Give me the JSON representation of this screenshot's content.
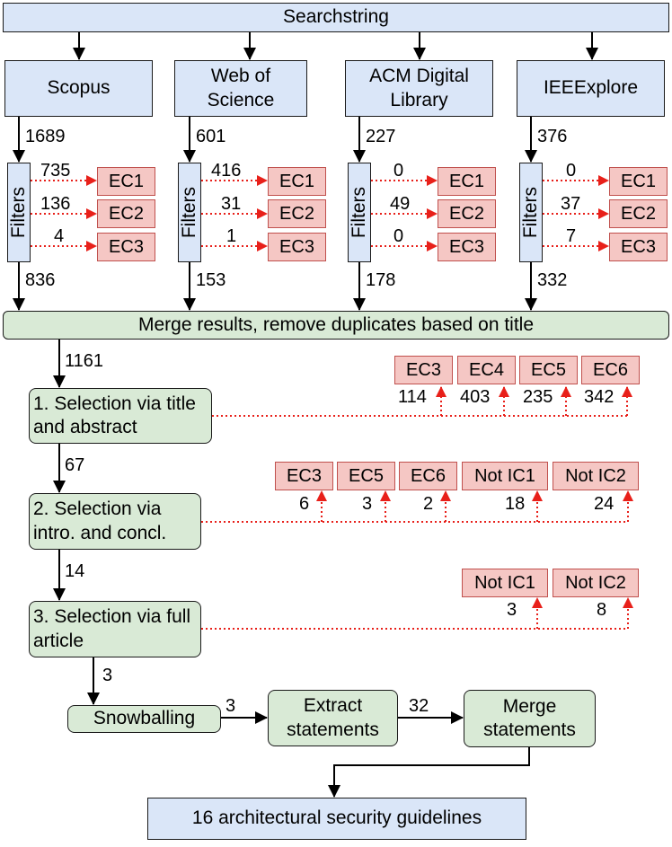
{
  "search_string": "Searchstring",
  "databases": [
    {
      "name": "Scopus",
      "found": "1689",
      "ec1": "735",
      "ec2": "136",
      "ec3": "4",
      "remaining": "836"
    },
    {
      "name": "Web of Science",
      "found": "601",
      "ec1": "416",
      "ec2": "31",
      "ec3": "1",
      "remaining": "153"
    },
    {
      "name": "ACM Digital Library",
      "found": "227",
      "ec1": "0",
      "ec2": "49",
      "ec3": "0",
      "remaining": "178"
    },
    {
      "name": "IEEExplore",
      "found": "376",
      "ec1": "0",
      "ec2": "37",
      "ec3": "7",
      "remaining": "332"
    }
  ],
  "filters_label": "Filters",
  "exclusion_labels": {
    "ec1": "EC1",
    "ec2": "EC2",
    "ec3": "EC3",
    "ec4": "EC4",
    "ec5": "EC5",
    "ec6": "EC6",
    "not_ic1": "Not IC1",
    "not_ic2": "Not IC2"
  },
  "merge": {
    "label": "Merge results, remove duplicates based on title",
    "count": "1161"
  },
  "step1": {
    "label": "1. Selection via title and abstract",
    "count": "67",
    "exclusions": [
      {
        "label": "EC3",
        "count": "114"
      },
      {
        "label": "EC4",
        "count": "403"
      },
      {
        "label": "EC5",
        "count": "235"
      },
      {
        "label": "EC6",
        "count": "342"
      }
    ]
  },
  "step2": {
    "label": "2. Selection via intro. and concl.",
    "count": "14",
    "exclusions": [
      {
        "label": "EC3",
        "count": "6"
      },
      {
        "label": "EC5",
        "count": "3"
      },
      {
        "label": "EC6",
        "count": "2"
      },
      {
        "label": "Not IC1",
        "count": "18"
      },
      {
        "label": "Not IC2",
        "count": "24"
      }
    ]
  },
  "step3": {
    "label": "3. Selection via full article",
    "count": "3",
    "exclusions": [
      {
        "label": "Not IC1",
        "count": "3"
      },
      {
        "label": "Not IC2",
        "count": "8"
      }
    ]
  },
  "snowballing": {
    "label": "Snowballing",
    "count": "3"
  },
  "extract": {
    "label": "Extract statements",
    "count": "32"
  },
  "merge_statements": {
    "label": "Merge statements"
  },
  "result": {
    "label": "16 architectural security guidelines"
  },
  "colors": {
    "blue_box": "#dae6f8",
    "green_box": "#d9ead6",
    "red_box": "#f5c7c4",
    "red_border": "#c0504d",
    "dotted_line": "#e8201a"
  }
}
